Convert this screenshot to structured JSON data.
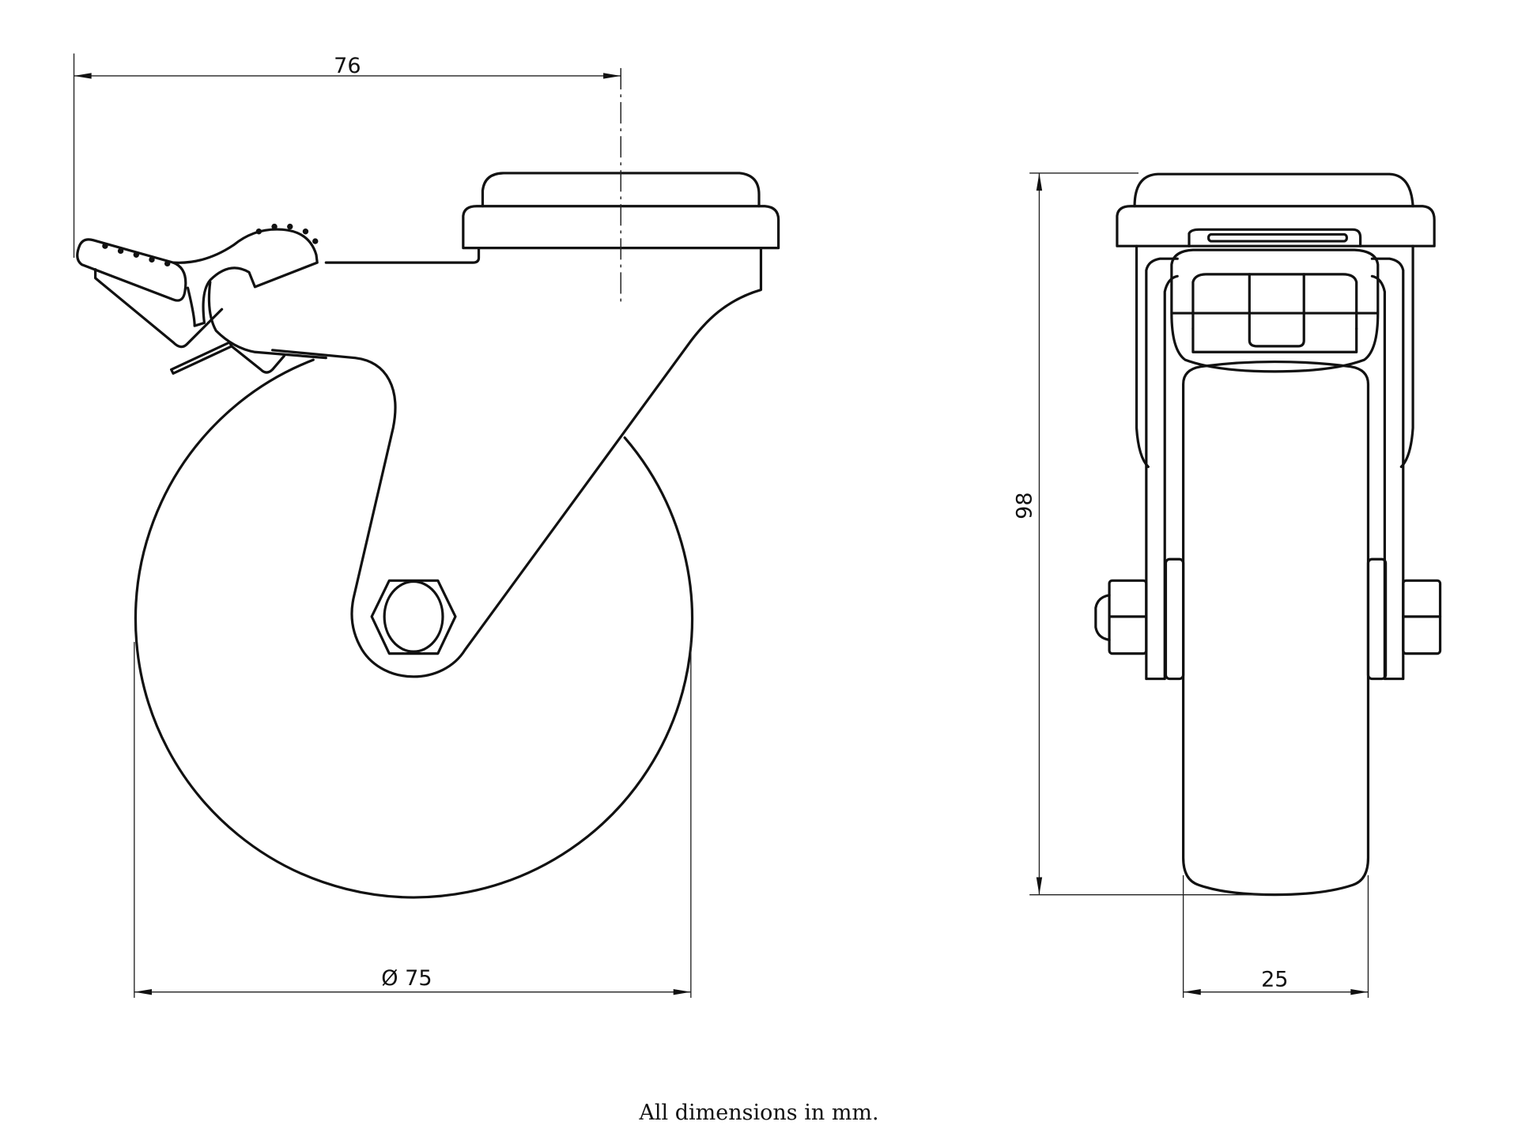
{
  "drawing": {
    "side_view": {
      "offset_dimension": "76",
      "diameter_dimension": "Ø 75"
    },
    "front_view": {
      "height_dimension": "98",
      "width_dimension": "25"
    }
  },
  "footer": {
    "note": "All dimensions in mm."
  },
  "colors": {
    "line": "#111111",
    "background": "#ffffff"
  }
}
